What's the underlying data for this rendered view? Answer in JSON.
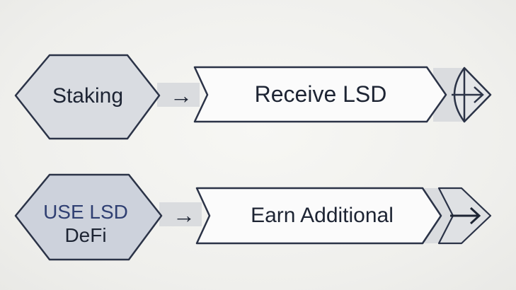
{
  "diagram": {
    "row1": {
      "start_label": "Staking",
      "result_label": "Receive LSD",
      "arrow_glyph": "→",
      "end_icon": "crossed-arrow-icon"
    },
    "row2": {
      "start_label_line1": "USE LSD",
      "start_label_line2": "DeFi",
      "result_label": "Earn Additional",
      "arrow_glyph": "→",
      "end_icon": "arrow-right-icon"
    },
    "colors": {
      "stroke": "#2b3347",
      "hexagon_fill": "#d9dce1",
      "hexagon_fill_blue": "#cdd2dc",
      "box_fill": "#fbfbfb",
      "connector_fill": "#dadcdf",
      "text": "#1d2433",
      "text_blue": "#2f3f72"
    }
  }
}
